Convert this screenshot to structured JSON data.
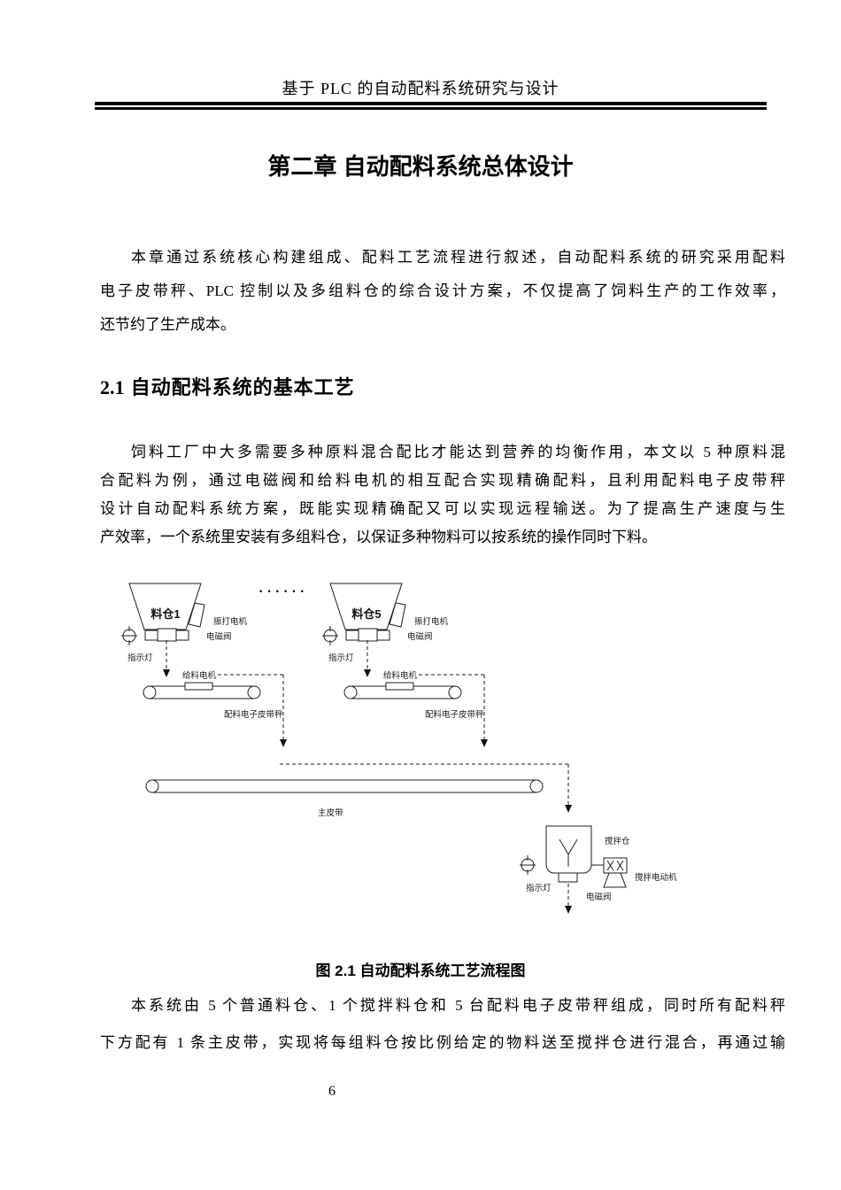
{
  "page": {
    "header_title": "基于 PLC 的自动配料系统研究与设计",
    "chapter_title": "第二章 自动配料系统总体设计",
    "page_number": "6"
  },
  "paragraphs": {
    "p1_lines": [
      "本章通过系统核心构建组成、配料工艺流程进行叙述，自动配料系统的研究采用配料",
      "电子皮带秤、PLC 控制以及多组料仓的综合设计方案，不仅提高了饲料生产的工作效率，",
      "还节约了生产成本。"
    ],
    "section_number": "2.1",
    "section_title": "自动配料系统的基本工艺",
    "p2_lines": [
      "饲料工厂中大多需要多种原料混合配比才能达到营养的均衡作用，本文以 5 种原料混",
      "合配料为例，通过电磁阀和给料电机的相互配合实现精确配料，且利用配料电子皮带秤",
      "设计自动配料系统方案，既能实现精确配又可以实现远程输送。为了提高生产速度与生",
      "产效率，一个系统里安装有多组料仓，以保证多种物料可以按系统的操作同时下料。"
    ],
    "p3_lines": [
      "本系统由 5 个普通料仓、1 个搅拌料仓和 5 台配料电子皮带秤组成，同时所有配料秤",
      "下方配有 1 条主皮带，实现将每组料仓按比例给定的物料送至搅拌仓进行混合，再通过输"
    ]
  },
  "figure": {
    "caption": "图 2.1 自动配料系统工艺流程图",
    "ellipsis": "······",
    "labels": {
      "bin1": "料仓1",
      "bin5": "料仓5",
      "vibrator_motor": "振打电机",
      "solenoid_valve": "电磁阀",
      "indicator_light": "指示灯",
      "feeder_motor": "给料电机",
      "belt_scale": "配料电子皮带秤",
      "main_belt": "主皮带",
      "mixer_bin": "搅拌仓",
      "mixer_motor": "搅拌电动机"
    }
  }
}
